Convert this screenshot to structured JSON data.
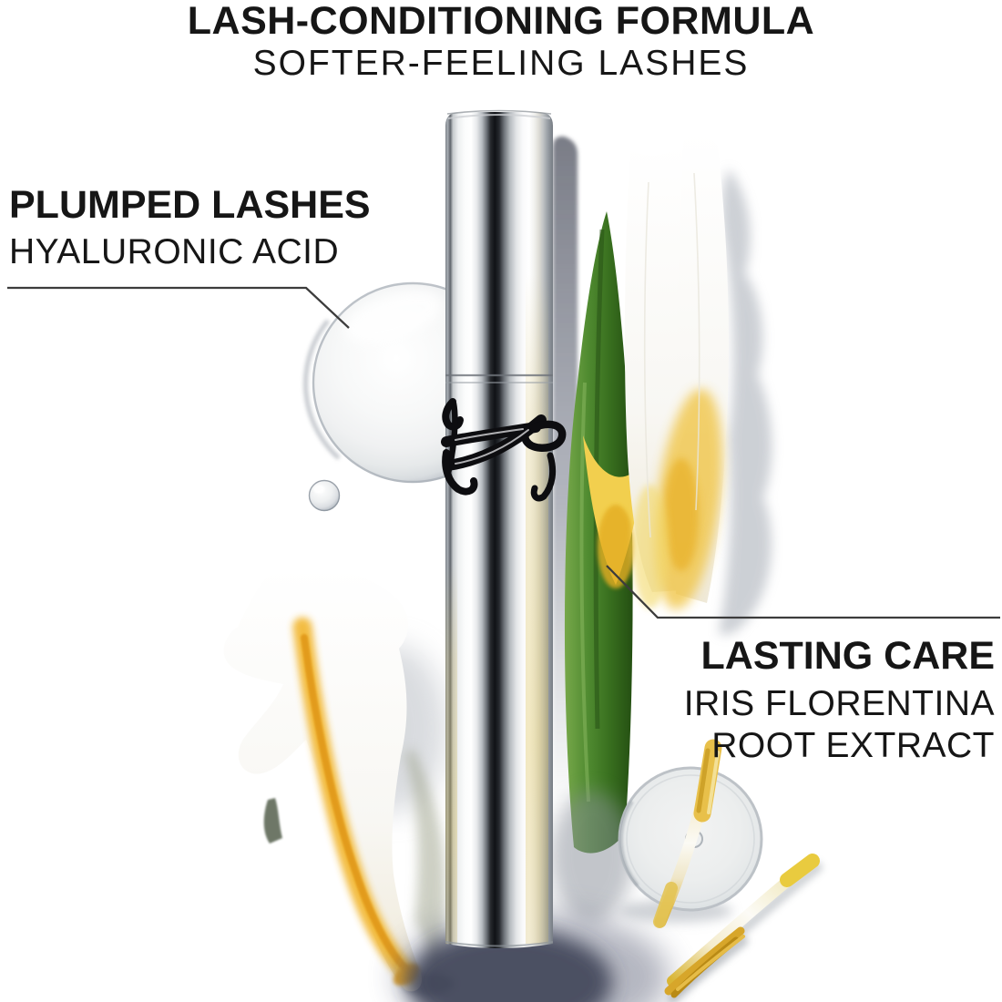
{
  "header": {
    "title": "LASH-CONDITIONING FORMULA",
    "subtitle": "SOFTER-FEELING LASHES"
  },
  "callouts": {
    "left": {
      "title": "PLUMPED LASHES",
      "ingredient": "HYALURONIC ACID",
      "points_to": "hyaluronic-acid-droplet"
    },
    "right": {
      "title": "LASTING CARE",
      "ingredient_line1": "IRIS FLORENTINA",
      "ingredient_line2": "ROOT EXTRACT",
      "points_to": "iris-flower-bud"
    }
  },
  "product": {
    "item": "silver-chrome-mascara-tube",
    "logo_icon": "ysl-cassandre-monogram"
  },
  "scene_icons": [
    "hyaluronic-droplet-icon",
    "mini-droplet-icon",
    "iris-bud-flower-icon",
    "iris-leaf-icon",
    "iris-petal-icon",
    "extract-dish-icon",
    "iris-root-stick-icon"
  ],
  "colors": {
    "background": "#ffffff",
    "text": "#161616",
    "leader_line": "#3c3c3c",
    "iris_yellow": "#f0c23d",
    "iris_orange": "#e09612",
    "leaf_green": "#4f8a30",
    "chrome_dark": "#101216",
    "chrome_light": "#ffffff",
    "shadow_gray": "#9aa0ab"
  }
}
